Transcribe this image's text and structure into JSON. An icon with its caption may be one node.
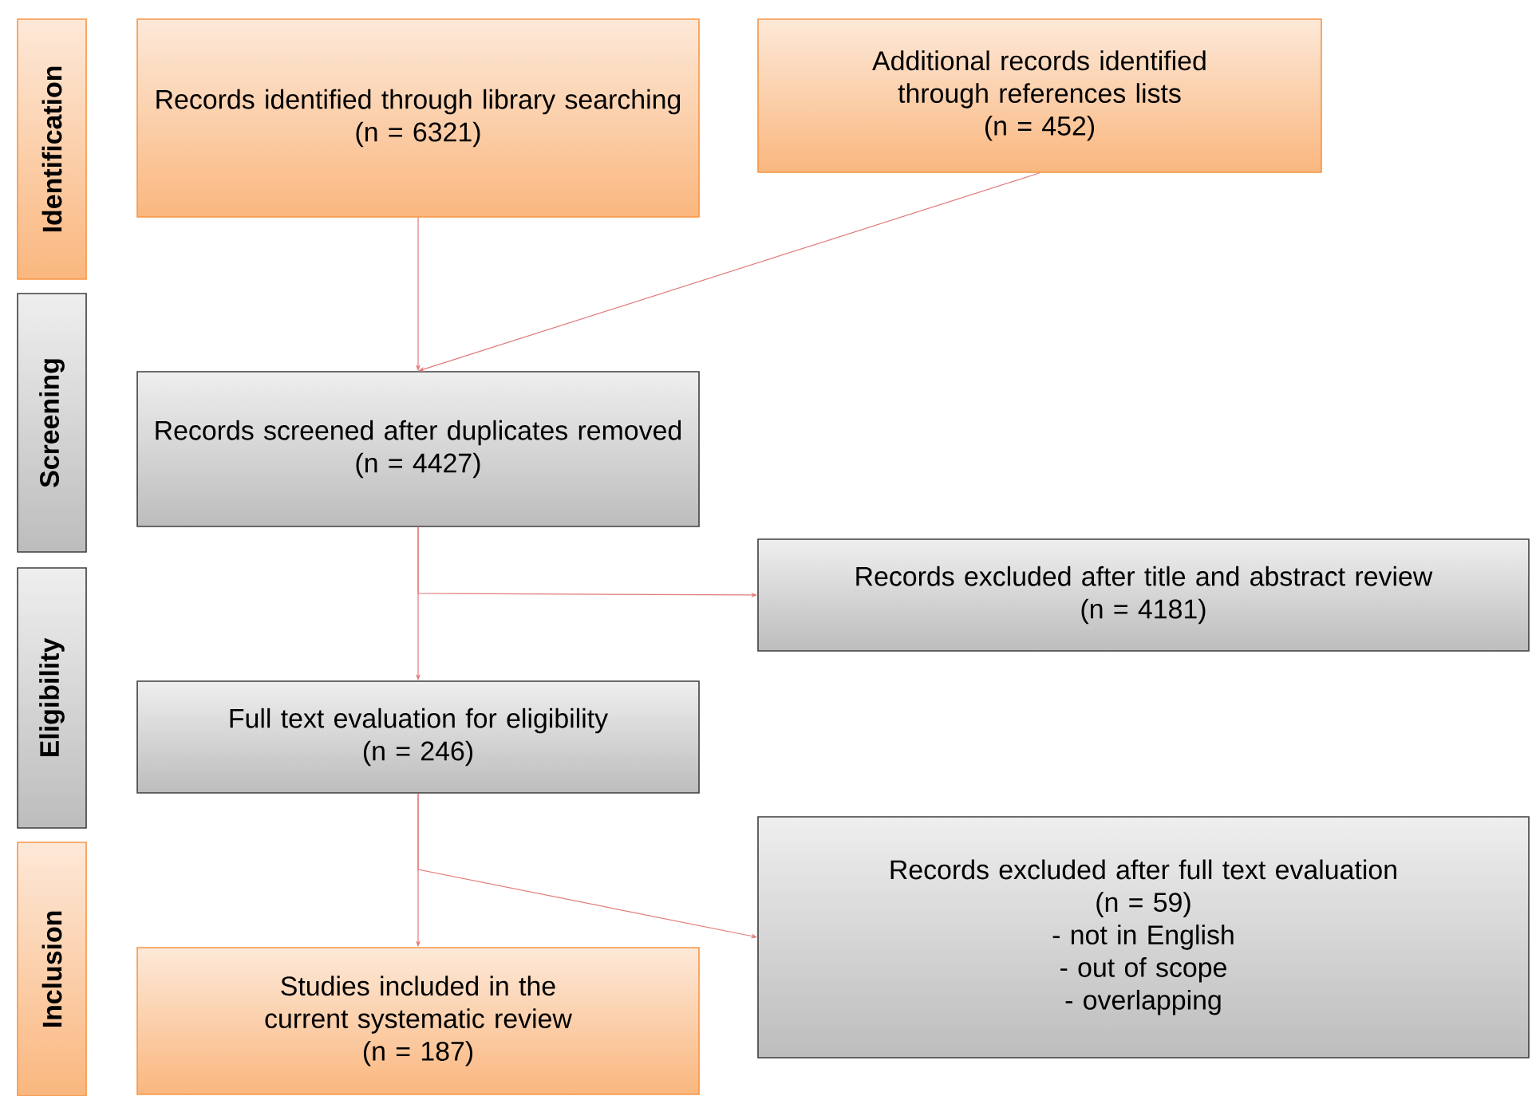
{
  "diagram": {
    "nodes": [
      {
        "text": [
          "Identification"
        ]
      },
      {
        "text": [
          "Screening"
        ]
      },
      {
        "text": [
          "Eligibility"
        ]
      },
      {
        "text": [
          "Inclusion"
        ]
      },
      {
        "text": [
          "Records identified through library searching",
          "(n = 6321)"
        ]
      },
      {
        "text": [
          "Additional records identified through references lists",
          "(n = 452)"
        ]
      },
      {
        "text": [
          "Records screened after duplicates removed",
          "(n = 4427)"
        ]
      },
      {
        "text": [
          "Records excluded after title and abstract review",
          "(n = 4181)"
        ]
      },
      {
        "text": [
          "Full text evaluation for eligibility",
          "(n = 246)"
        ]
      },
      {
        "text": [
          "Records excluded after full text evaluation",
          "(n = 59)",
          "- not in English",
          "- out of scope",
          "- overlapping"
        ]
      },
      {
        "text": [
          "Studies included in the current systematic review",
          "(n = 187)"
        ]
      }
    ],
    "edges": [
      {
        "from": 4,
        "to": 6,
        "arrow": "to"
      },
      {
        "from": 5,
        "to": 6,
        "arrow": "to"
      },
      {
        "from": 6,
        "to": 8,
        "arrow": "to"
      },
      {
        "from": 6,
        "to": 7,
        "arrow": "to"
      },
      {
        "from": 8,
        "to": 10,
        "arrow": "to"
      },
      {
        "from": 8,
        "to": 9,
        "arrow": "to"
      }
    ]
  }
}
